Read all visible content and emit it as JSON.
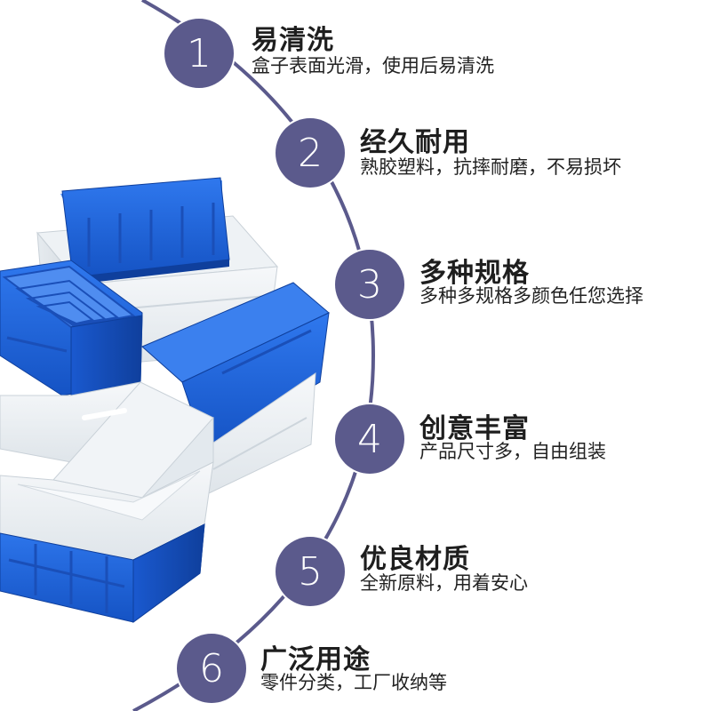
{
  "colors": {
    "accent": "#5b5a8c",
    "crate_blue": "#1e63d8",
    "crate_blue_dark": "#1249ad",
    "crate_white": "#e9eef2"
  },
  "features": [
    {
      "number": "1",
      "title": "易清洗",
      "description": "盒子表面光滑，使用后易清洗"
    },
    {
      "number": "2",
      "title": "经久耐用",
      "description": "熟胶塑料，抗摔耐磨，不易损坏"
    },
    {
      "number": "3",
      "title": "多种规格",
      "description": "多种多规格多颜色任您选择"
    },
    {
      "number": "4",
      "title": "创意丰富",
      "description": "产品尺寸多，自由组装"
    },
    {
      "number": "5",
      "title": "优良材质",
      "description": "全新原料，用着安心"
    },
    {
      "number": "6",
      "title": "广泛用途",
      "description": "零件分类，工厂收纳等"
    }
  ],
  "product_image": {
    "icon": "plastic-crates-illustration"
  }
}
